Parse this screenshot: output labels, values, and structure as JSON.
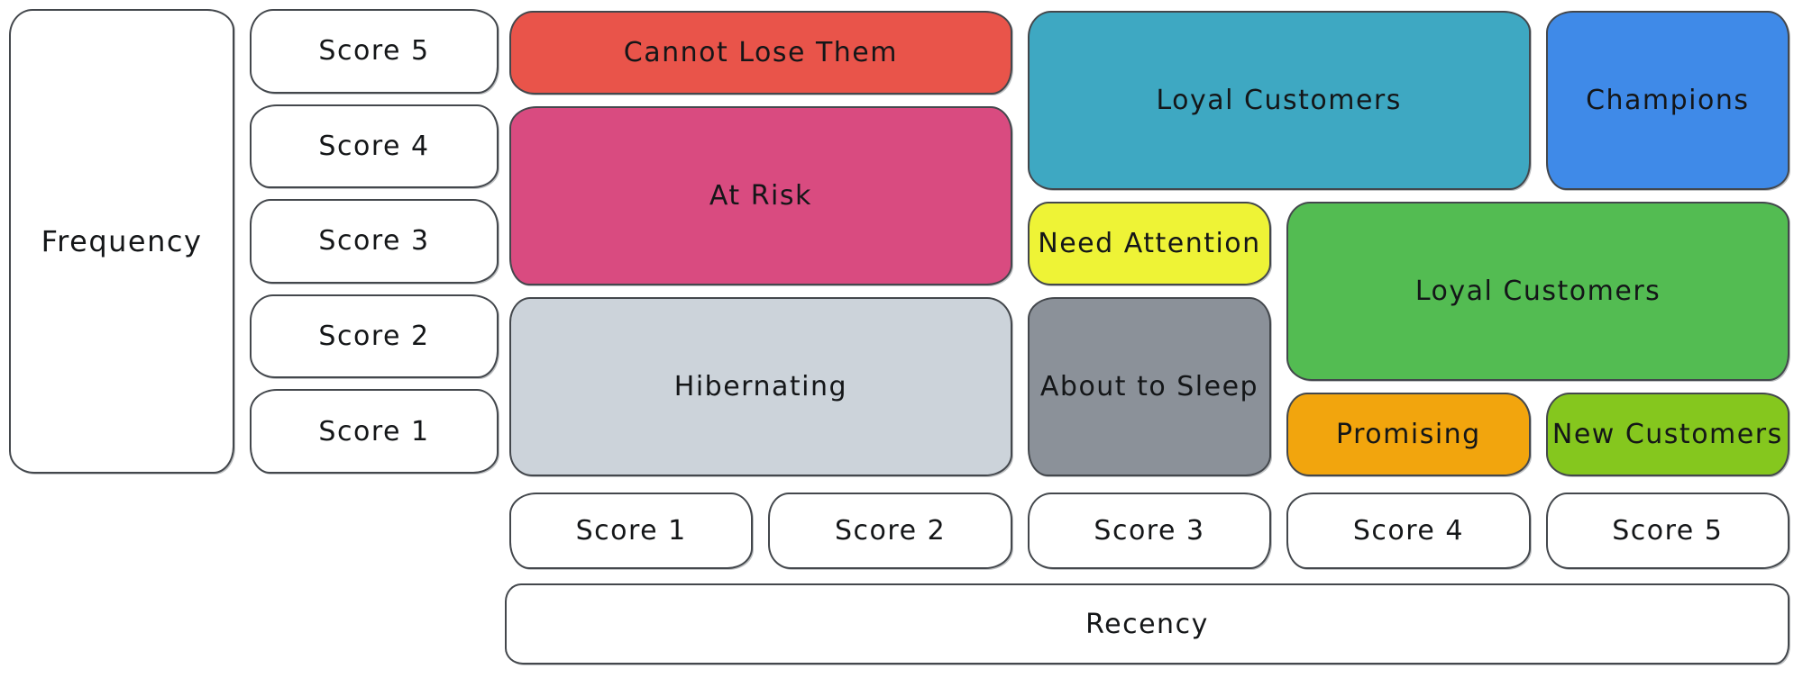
{
  "style": {
    "background": "#ffffff",
    "stroke_color": "#43474c",
    "text_color": "#141618"
  },
  "frequency_axis": {
    "label": "Frequency",
    "scores": [
      "Score 5",
      "Score 4",
      "Score 3",
      "Score 2",
      "Score 1"
    ]
  },
  "recency_axis": {
    "label": "Recency",
    "scores": [
      "Score 1",
      "Score 2",
      "Score 3",
      "Score 4",
      "Score 5"
    ]
  },
  "segments": [
    {
      "id": "cannot-lose-them",
      "label": "Cannot Lose Them",
      "color": "#e9544a",
      "recency_scores": [
        1,
        2
      ],
      "frequency_scores": [
        5,
        5
      ]
    },
    {
      "id": "at-risk",
      "label": "At Risk",
      "color": "#d94b80",
      "recency_scores": [
        1,
        2
      ],
      "frequency_scores": [
        3,
        4
      ]
    },
    {
      "id": "hibernating",
      "label": "Hibernating",
      "color": "#ccd3da",
      "recency_scores": [
        1,
        2
      ],
      "frequency_scores": [
        1,
        2
      ]
    },
    {
      "id": "loyal-customers",
      "label": "Loyal Customers",
      "color": "#3ea8c2",
      "recency_scores": [
        3,
        4
      ],
      "frequency_scores": [
        4,
        5
      ]
    },
    {
      "id": "champions",
      "label": "Champions",
      "color": "#3f8ae8",
      "recency_scores": [
        5,
        5
      ],
      "frequency_scores": [
        4,
        5
      ]
    },
    {
      "id": "need-attention",
      "label": "Need Attention",
      "color": "#eef336",
      "recency_scores": [
        3,
        3
      ],
      "frequency_scores": [
        3,
        3
      ]
    },
    {
      "id": "loyal-customers-2",
      "label": "Loyal Customers",
      "color": "#53bc52",
      "recency_scores": [
        4,
        5
      ],
      "frequency_scores": [
        2,
        3
      ]
    },
    {
      "id": "about-to-sleep",
      "label": "About to Sleep",
      "color": "#8b9199",
      "recency_scores": [
        3,
        3
      ],
      "frequency_scores": [
        1,
        2
      ]
    },
    {
      "id": "promising",
      "label": "Promising",
      "color": "#f2a50d",
      "recency_scores": [
        4,
        4
      ],
      "frequency_scores": [
        1,
        1
      ]
    },
    {
      "id": "new-customers",
      "label": "New Customers",
      "color": "#85c71e",
      "recency_scores": [
        5,
        5
      ],
      "frequency_scores": [
        1,
        1
      ]
    }
  ]
}
